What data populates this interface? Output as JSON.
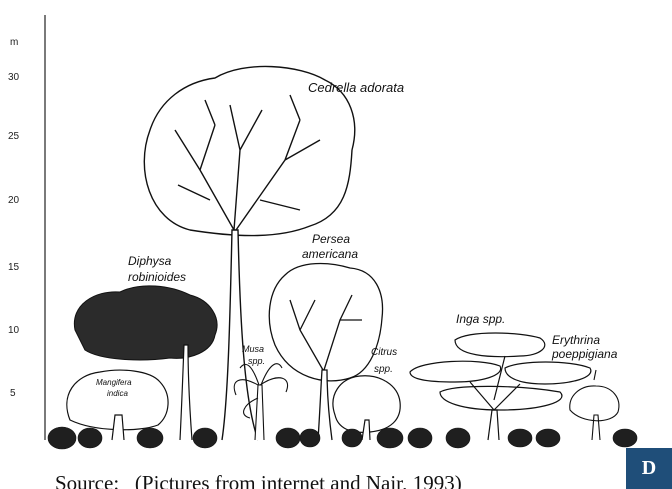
{
  "axis": {
    "unit": "m",
    "ticks": [
      "30",
      "25",
      "20",
      "15",
      "10",
      "5"
    ]
  },
  "plants": {
    "cedrella": {
      "name": "Cedrella adorata"
    },
    "diphysa": {
      "line1": "Diphysa",
      "line2": "robinioides"
    },
    "persea": {
      "line1": "Persea",
      "line2": "americana"
    },
    "musa": {
      "line1": "Musa",
      "line2": "spp."
    },
    "citrus": {
      "line1": "Citrus",
      "line2": "spp."
    },
    "inga": {
      "name": "Inga spp."
    },
    "erythrina": {
      "line1": "Erythrina",
      "line2": "poeppigiana"
    },
    "mangifera": {
      "line1": "Mangifera",
      "line2": "indica"
    }
  },
  "caption": "Source:   (Pictures from internet and Nair, 1993)",
  "badge": "D",
  "colors": {
    "ink": "#111111",
    "badge": "#1f4e79"
  }
}
